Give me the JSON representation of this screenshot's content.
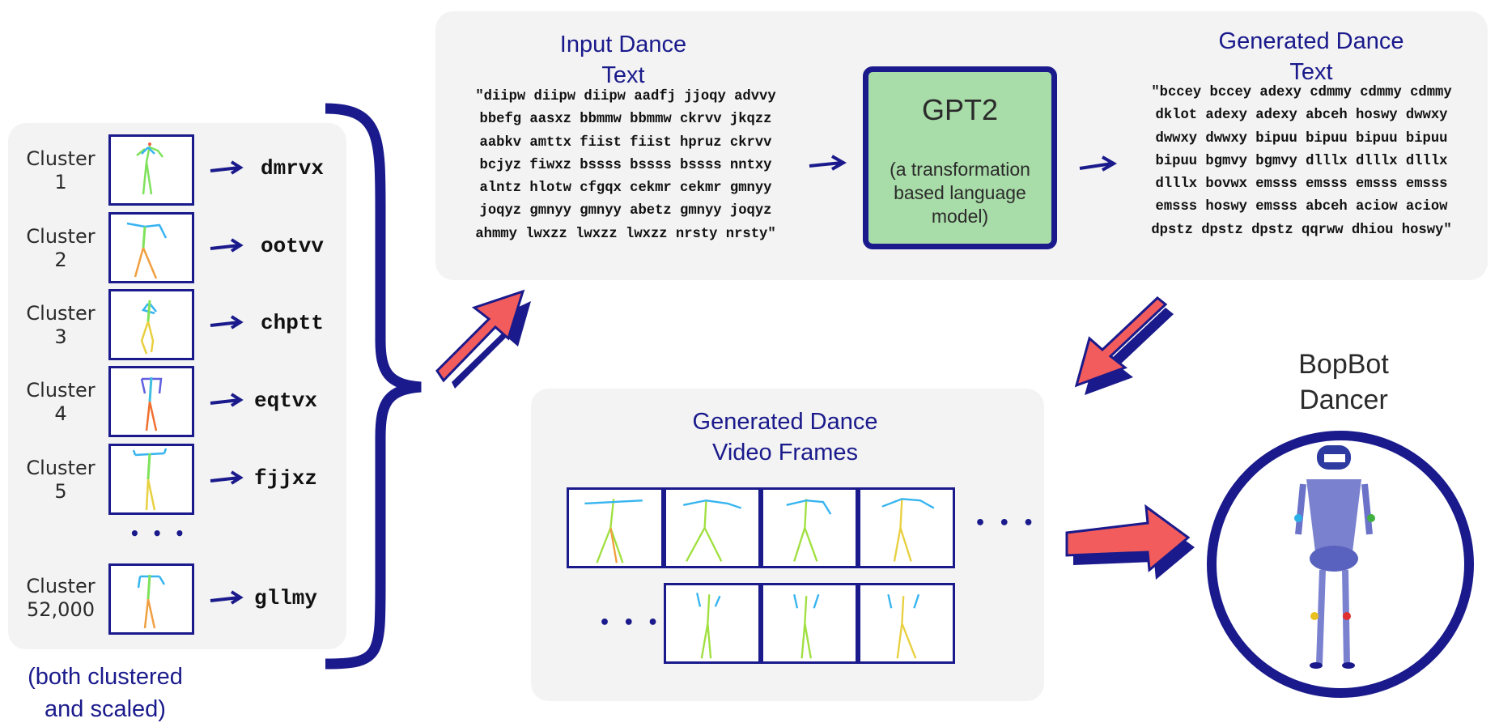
{
  "clusters": [
    {
      "label": "Cluster\n1",
      "code": "dmrvx"
    },
    {
      "label": "Cluster\n2",
      "code": "ootvv"
    },
    {
      "label": "Cluster\n3",
      "code": "chptt"
    },
    {
      "label": "Cluster\n4",
      "code": "eqtvx"
    },
    {
      "label": "Cluster\n5",
      "code": "fjjxz"
    },
    {
      "label": "Cluster\n52,000",
      "code": "gllmy"
    }
  ],
  "ellipsis": "• • •",
  "note": "(both clustered\nand scaled)",
  "input_section": {
    "title": "Input Dance\nText",
    "text": "\"diipw diipw diipw aadfj jjoqy advvy\nbbefg aasxz bbmmw bbmmw ckrvv jkqzz\naabkv amttx fiist fiist hpruz ckrvv\nbcjyz fiwxz bssss bssss bssss nntxy\nalntz hlotw cfgqx cekmr cekmr gmnyy\njoqyz gmnyy gmnyy abetz gmnyy joqyz\nahmmy lwxzz lwxzz lwxzz nrsty nrsty\""
  },
  "gpt_box": {
    "title": "GPT2",
    "subtitle": "(a transformation\nbased language\nmodel)"
  },
  "generated_text_section": {
    "title": "Generated Dance\nText",
    "text": "\"bccey bccey adexy cdmmy cdmmy cdmmy\ndklot adexy adexy abceh hoswy dwwxy\ndwwxy dwwxy bipuu bipuu bipuu bipuu\nbipuu bgmvy bgmvy dlllx dlllx dlllx\ndlllx bovwx emsss emsss emsss emsss\nemsss hoswy emsss abceh aciow aciow\ndpstz dpstz dpstz qqrww dhiou hoswy\""
  },
  "video_section": {
    "title": "Generated Dance\nVideo Frames"
  },
  "bopbot": {
    "title": "BopBot\nDancer"
  },
  "colors": {
    "navy": "#1a1a8c",
    "arrow_fill": "#f25c5c",
    "gpt_fill": "#a8dca8",
    "panel": "#f3f3f3",
    "robot_body": "#6b73c9"
  }
}
